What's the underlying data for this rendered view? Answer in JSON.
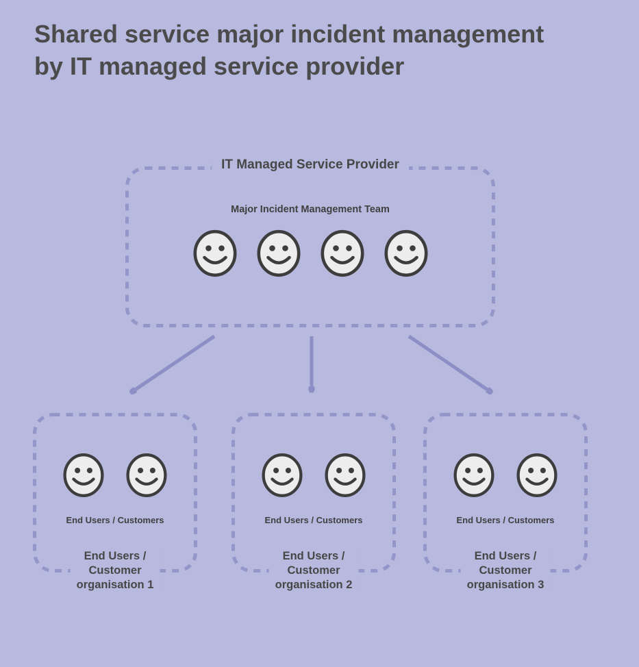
{
  "title": {
    "line1": "Shared service major incident management",
    "line2": "by IT managed service provider"
  },
  "provider": {
    "label": "IT Managed Service Provider",
    "team_label": "Major Incident Management Team",
    "team_member_count": 4
  },
  "customers": [
    {
      "users_label": "End Users / Customers",
      "user_count": 2,
      "caption_lines": [
        "End Users /",
        "Customer",
        "organisation 1"
      ]
    },
    {
      "users_label": "End Users / Customers",
      "user_count": 2,
      "caption_lines": [
        "End Users /",
        "Customer",
        "organisation 2"
      ]
    },
    {
      "users_label": "End Users / Customers",
      "user_count": 2,
      "caption_lines": [
        "End Users /",
        "Customer",
        "organisation 3"
      ]
    }
  ],
  "icons": {
    "person": "smiley-face-icon"
  },
  "colors": {
    "background": "#b7b9de",
    "dashed_border": "#9296c9",
    "arrow": "#8b8fc5",
    "heading_text": "#4b4b4b",
    "face_fill": "#ededed",
    "face_stroke": "#3d3d3d"
  }
}
